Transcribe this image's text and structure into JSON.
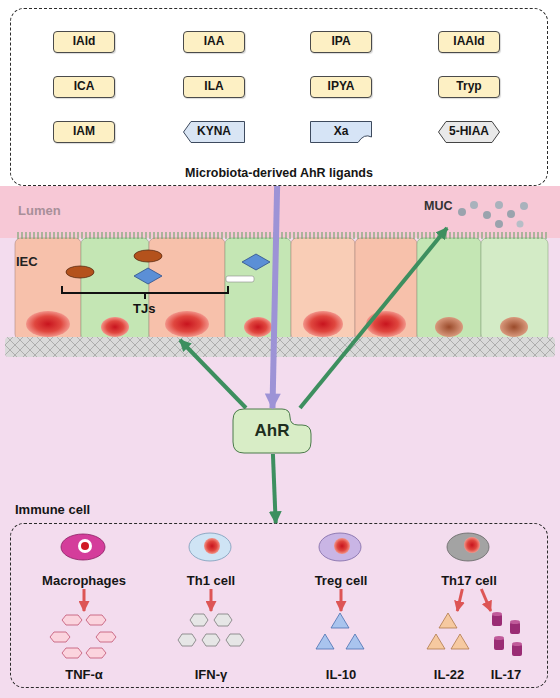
{
  "diagram": {
    "nodes": [
      {
        "text": [
          "Microbiota-derived AhR ligands"
        ]
      },
      {
        "text": [
          "IAld"
        ],
        "in": 0
      },
      {
        "text": [
          "IAA"
        ],
        "in": 0
      },
      {
        "text": [
          "IPA"
        ],
        "in": 0
      },
      {
        "text": [
          "IAAld"
        ],
        "in": 0
      },
      {
        "text": [
          "ICA"
        ],
        "in": 0
      },
      {
        "text": [
          "ILA"
        ],
        "in": 0
      },
      {
        "text": [
          "IPYA"
        ],
        "in": 0
      },
      {
        "text": [
          "Tryp"
        ],
        "in": 0
      },
      {
        "text": [
          "IAM"
        ],
        "in": 0
      },
      {
        "text": [
          "KYNA"
        ],
        "in": 0
      },
      {
        "text": [
          "Xa"
        ],
        "in": 0
      },
      {
        "text": [
          "5-HIAA"
        ],
        "in": 0
      },
      {
        "text": [
          "AhR"
        ]
      },
      {
        "text": [
          "Immune cell"
        ]
      },
      {
        "text": [
          "Macrophages"
        ],
        "in": 14
      },
      {
        "text": [
          "Th1 cell"
        ],
        "in": 14
      },
      {
        "text": [
          "Treg cell"
        ],
        "in": 14
      },
      {
        "text": [
          "Th17 cell"
        ],
        "in": 14
      },
      {
        "text": [
          "TNF-α"
        ],
        "in": 14
      },
      {
        "text": [
          "IFN-γ"
        ],
        "in": 14
      },
      {
        "text": [
          "IL-10"
        ],
        "in": 14
      },
      {
        "text": [
          "IL-22"
        ],
        "in": 14
      },
      {
        "text": [
          "IL-17"
        ],
        "in": 14
      }
    ],
    "edges": [
      {
        "from": 0,
        "to": 13,
        "arrow": "to"
      },
      {
        "from": 13,
        "to": 14,
        "arrow": "to"
      },
      {
        "from": 15,
        "to": 19,
        "arrow": "to"
      },
      {
        "from": 16,
        "to": 20,
        "arrow": "to"
      },
      {
        "from": 17,
        "to": 21,
        "arrow": "to"
      },
      {
        "from": 18,
        "to": 22,
        "arrow": "to"
      },
      {
        "from": 18,
        "to": 23,
        "arrow": "to"
      }
    ],
    "labels": [
      "Lumen",
      "MUC",
      "IEC",
      "TJs"
    ]
  }
}
